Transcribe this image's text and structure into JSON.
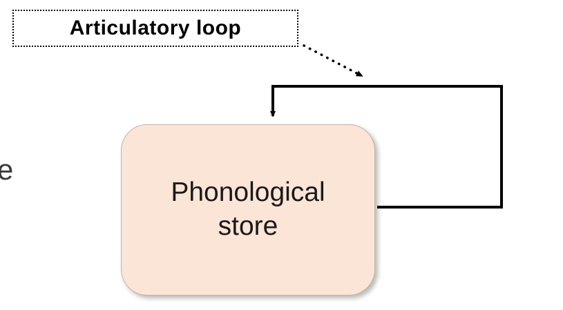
{
  "diagram": {
    "articulatory_loop_label": "Articulatory loop",
    "store": {
      "line1": "Phonological",
      "line2": "store"
    },
    "left_partial_text": "e",
    "colors": {
      "store_fill": "#fbe5d6",
      "store_border": "#c9b2a4",
      "connector_line": "#000000",
      "dotted_border": "#000000",
      "background": "#ffffff",
      "text": "#1a1a1a"
    }
  }
}
